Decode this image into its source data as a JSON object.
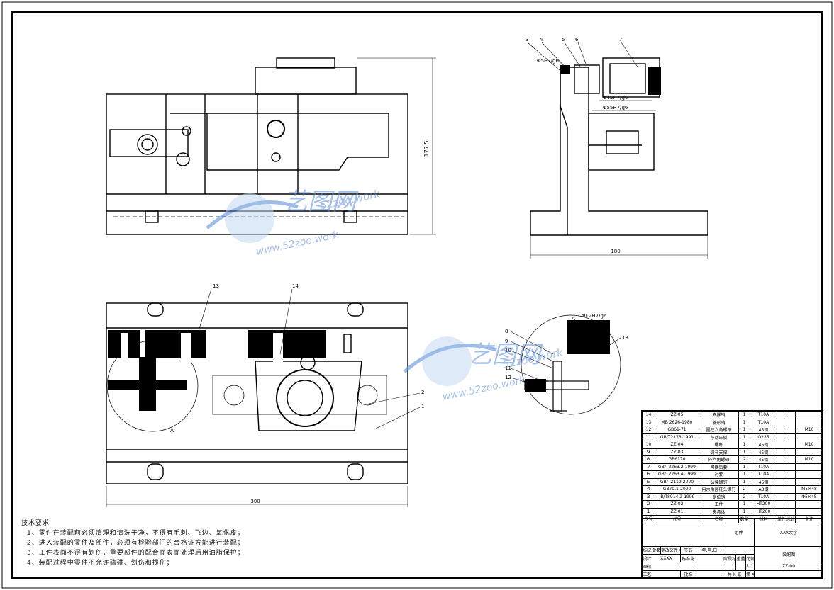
{
  "dimensions": {
    "height_front": "177.5",
    "width_side": "180",
    "width_bottom": "300"
  },
  "side_view": {
    "balloons": [
      "3",
      "4",
      "5",
      "6",
      "7"
    ],
    "fits": [
      "Φ5H7/g6",
      "Φ45H7/g6",
      "Φ55H7/g6"
    ]
  },
  "section_view": {
    "balloons_top": [
      "13",
      "14"
    ],
    "balloons_side": [
      "2",
      "1"
    ],
    "section_mark": "A"
  },
  "detail_view": {
    "fit": "Φ12H7/g6",
    "balloons_left": [
      "8",
      "9",
      "10",
      "11",
      "12"
    ],
    "balloon_right": "13",
    "section_mark": "A"
  },
  "notes": {
    "title": "技术要求",
    "items": [
      "1、零件在装配前必须清理和清洗干净，不得有毛刺、飞边、氧化皮；",
      "2、进入装配的零件及部件，必须有检验部门的合格证方能进行装配；",
      "3、工件表面不得有划伤，重要部件的配合面表面处理后用油脂保护；",
      "4、装配过程中零件不允许磕碰、划伤和损伤；"
    ]
  },
  "bom": {
    "rows": [
      {
        "no": "14",
        "code": "ZZ-05",
        "name": "支撑销",
        "qty": "1",
        "mat": "T10A",
        "note": ""
      },
      {
        "no": "13",
        "code": "MB 2626-1980",
        "name": "菱形销",
        "qty": "1",
        "mat": "T10A",
        "note": ""
      },
      {
        "no": "12",
        "code": "GB61-71",
        "name": "圆柱六角螺母",
        "qty": "1",
        "mat": "45钢",
        "note": "M10"
      },
      {
        "no": "11",
        "code": "GB/T2173-1991",
        "name": "移动压板",
        "qty": "1",
        "mat": "Q235",
        "note": ""
      },
      {
        "no": "10",
        "code": "ZZ-04",
        "name": "螺杆",
        "qty": "1",
        "mat": "45钢",
        "note": "M10"
      },
      {
        "no": "9",
        "code": "ZZ-03",
        "name": "调节支撑",
        "qty": "1",
        "mat": "45钢",
        "note": ""
      },
      {
        "no": "8",
        "code": "GB6170",
        "name": "外六角螺母",
        "qty": "2",
        "mat": "45钢",
        "note": "M10"
      },
      {
        "no": "7",
        "code": "GB/T2263.2-1999",
        "name": "可换钻套",
        "qty": "1",
        "mat": "T10A",
        "note": ""
      },
      {
        "no": "6",
        "code": "GB/T2263.4-1999",
        "name": "衬套",
        "qty": "1",
        "mat": "T10A",
        "note": ""
      },
      {
        "no": "5",
        "code": "GB/T2119-2000",
        "name": "钻套螺钉",
        "qty": "1",
        "mat": "45钢",
        "note": ""
      },
      {
        "no": "4",
        "code": "GB70.1-2000",
        "name": "内六角圆柱头螺钉",
        "qty": "2",
        "mat": "A3钢",
        "note": "M5×48"
      },
      {
        "no": "3",
        "code": "JB/T8014.2-1999",
        "name": "定位销",
        "qty": "2",
        "mat": "T10A",
        "note": "Φ5×45"
      },
      {
        "no": "2",
        "code": "ZZ-02",
        "name": "工件",
        "qty": "1",
        "mat": "HT200",
        "note": ""
      },
      {
        "no": "1",
        "code": "ZZ-01",
        "name": "夹具体",
        "qty": "1",
        "mat": "HT200",
        "note": ""
      }
    ],
    "header": {
      "no": "序号",
      "code": "代号",
      "name": "名称",
      "qty": "数量",
      "mat": "材料",
      "unit": "单件",
      "total": "总计",
      "weight": "重量",
      "note": "备注"
    }
  },
  "title_block": {
    "assembly": "组件",
    "school": "XXX大学",
    "drawing_name": "装配图",
    "drawing_no": "ZZ-00",
    "scale_label": "比例",
    "scale": "1:1",
    "stage_label": "阶段标记",
    "weight_label": "重量",
    "sheets": "共 X 张",
    "sheet": "第 X 张",
    "mark": "标记",
    "count": "处数",
    "zone": "分区",
    "change_no": "更改文件号",
    "sign": "签名",
    "date": "年,月,日",
    "design": "设计",
    "design_name": "XXXX",
    "std": "标准化",
    "check": "审核",
    "process": "工艺",
    "approve": "批准"
  },
  "watermark": {
    "text": "艺图网",
    "url_upper": "52zoo.work",
    "url_lower": "www.52zoo.work"
  }
}
